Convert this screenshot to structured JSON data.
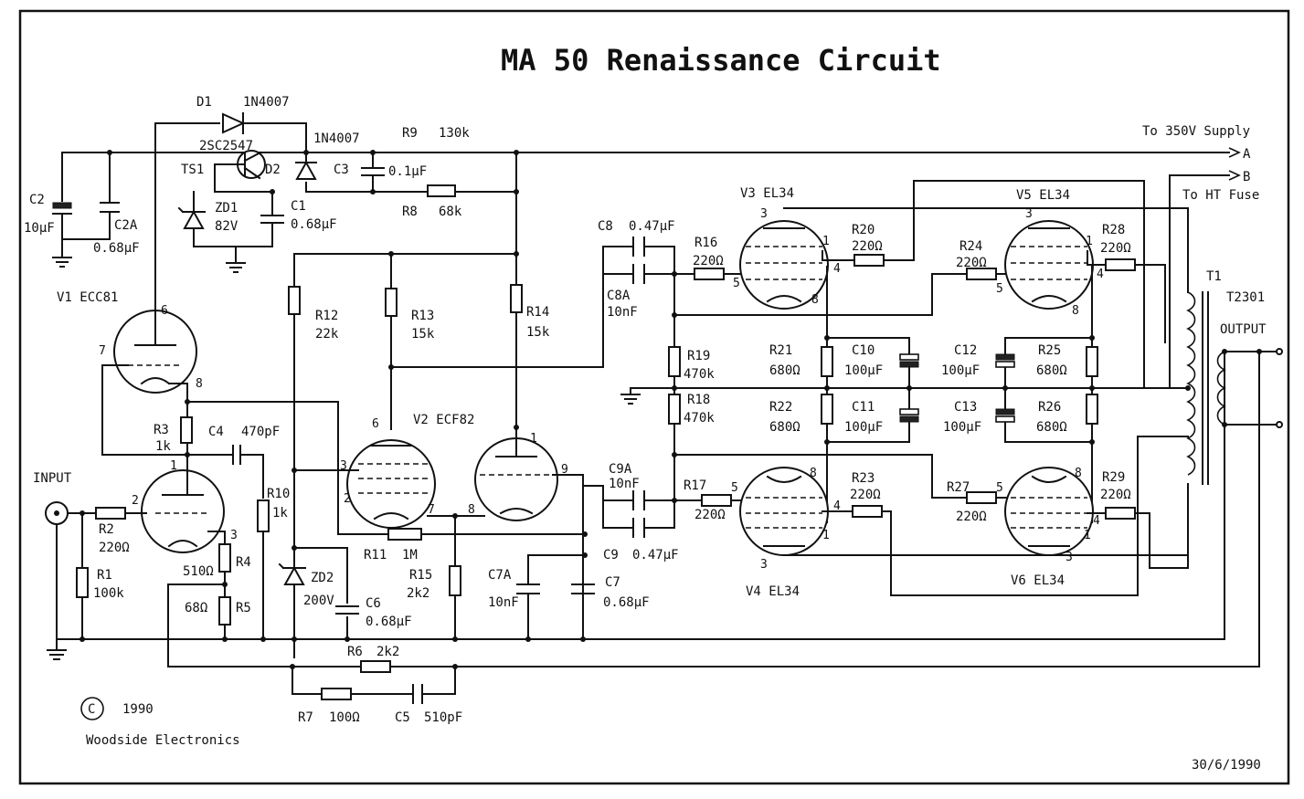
{
  "title": "MA 50 Renaissance Circuit",
  "copyright": {
    "symbol": "C",
    "year": "1990",
    "company": "Woodside Electronics"
  },
  "date": "30/6/1990",
  "connections": {
    "a_label": "To 350V Supply",
    "a_tag": "A",
    "b_tag": "B",
    "b_label": "To HT Fuse",
    "input": "INPUT",
    "output": "OUTPUT"
  },
  "components": {
    "d1": "D1",
    "d1_part": "1N4007",
    "d2": "D2",
    "d2_part": "1N4007",
    "ts1": "TS1",
    "ts1_part": "2SC2547",
    "zd1": "ZD1",
    "zd1_val": "82V",
    "zd2": "ZD2",
    "zd2_val": "200V",
    "c1": "C1",
    "c1_val": "0.68µF",
    "c2": "C2",
    "c2_val": "10µF",
    "c2a": "C2A",
    "c2a_val": "0.68µF",
    "c3": "C3",
    "c3_val": "0.1µF",
    "c4": "C4",
    "c4_val": "470pF",
    "c5": "C5",
    "c5_val": "510pF",
    "c6": "C6",
    "c6_val": "0.68µF",
    "c7": "C7",
    "c7_val": "0.68µF",
    "c7a": "C7A",
    "c7a_val": "10nF",
    "c8": "C8",
    "c8_val": "0.47µF",
    "c8a": "C8A",
    "c8a_val": "10nF",
    "c9": "C9",
    "c9_val": "0.47µF",
    "c9a": "C9A",
    "c9a_val": "10nF",
    "c10": "C10",
    "c10_val": "100µF",
    "c11": "C11",
    "c11_val": "100µF",
    "c12": "C12",
    "c12_val": "100µF",
    "c13": "C13",
    "c13_val": "100µF",
    "r1": "R1",
    "r1_val": "100k",
    "r2": "R2",
    "r2_val": "220Ω",
    "r3": "R3",
    "r3_val": "1k",
    "r4": "R4",
    "r4_val": "510Ω",
    "r5": "R5",
    "r5_val": "68Ω",
    "r6": "R6",
    "r6_val": "2k2",
    "r7": "R7",
    "r7_val": "100Ω",
    "r8": "R8",
    "r8_val": "68k",
    "r9": "R9",
    "r9_val": "130k",
    "r10": "R10",
    "r10_val": "1k",
    "r11": "R11",
    "r11_val": "1M",
    "r12": "R12",
    "r12_val": "22k",
    "r13": "R13",
    "r13_val": "15k",
    "r14": "R14",
    "r14_val": "15k",
    "r15": "R15",
    "r15_val": "2k2",
    "r16": "R16",
    "r16_val": "220Ω",
    "r17": "R17",
    "r17_val": "220Ω",
    "r18": "R18",
    "r18_val": "470k",
    "r19": "R19",
    "r19_val": "470k",
    "r20": "R20",
    "r20_val": "220Ω",
    "r21": "R21",
    "r21_val": "680Ω",
    "r22": "R22",
    "r22_val": "680Ω",
    "r23": "R23",
    "r23_val": "220Ω",
    "r24": "R24",
    "r24_val": "220Ω",
    "r25": "R25",
    "r25_val": "680Ω",
    "r26": "R26",
    "r26_val": "680Ω",
    "r27": "R27",
    "r27_val": "220Ω",
    "r28": "R28",
    "r28_val": "220Ω",
    "r29": "R29",
    "r29_val": "220Ω",
    "v1": "V1 ECC81",
    "v2": "V2 ECF82",
    "v3": "V3 EL34",
    "v4": "V4 EL34",
    "v5": "V5 EL34",
    "v6": "V6 EL34",
    "t1": "T1",
    "t1_part": "T2301"
  },
  "pins": {
    "one": "1",
    "two": "2",
    "three": "3",
    "four": "4",
    "five": "5",
    "six": "6",
    "seven": "7",
    "eight": "8",
    "nine": "9"
  }
}
